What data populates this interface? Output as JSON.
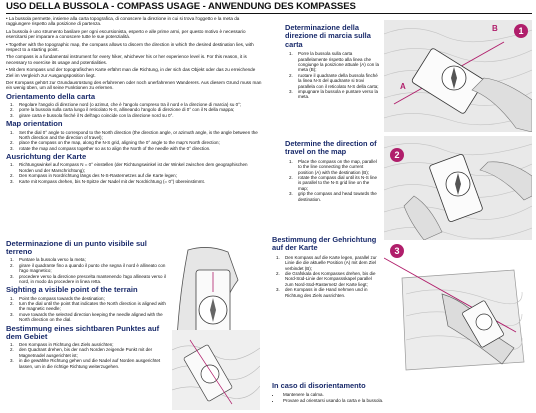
{
  "doc": {
    "title": "USO DELLA BUSSOLA - COMPASS USAGE - ANWENDUNG DES KOMPASSES"
  },
  "intro": [
    "• La bussola permette, insieme alla carta topografica, di conoscere la direzione in cui si trova l'oggetto e la meta da raggiungere rispetto alla posizione di partenza.",
    "La bussola è uno strumento basilare per ogni escursionista, esperto e alle prime armi, per questo motivo è necessario esercitarsi per imparare a conoscere tutte le sue potenzialità.",
    "• Together with the topographic map, the compass allows to discern the direction in which the desired destination lies, with respect to a starting point.",
    "The compass is a fundamental instrument for every hiker, whichever his or her experience level is. For this reason, it is necessary to exercise its usage and potentialities.",
    "• Mit dem Kompass und der topografischen Karte erfährt man die Richtung, in der sich das Objekt oder das zu erreichende Ziel im Vergleich zur Ausgangsposition liegt.",
    "Der Kompass gehört zur Grundausrüstung des erfahrenen oder noch unerfahrenen Wanderers. Aus diesem Grund muss man ein wenig üben, um all seine Funktionen zu erlernen."
  ],
  "sec_orient_it": {
    "heading": "Orientamento della carta",
    "steps": [
      "Regolare l'angolo di direzione nord (o azimut, che è l'angolo compreso tra il nord e la direzione di marcia) su 0°;",
      "porre la bussola sulla carta lungo il reticolato N-S, allineando l'angolo di direzione di 0° con il N della mappa;",
      "girare carta e bussola finché il N dell'ago coincide con la direzione nord su 0°."
    ]
  },
  "sec_orient_en": {
    "heading": "Map orientation",
    "steps": [
      "Set the dial 0° angle to correspond to the North direction (the direction angle, or azimuth angle, is the angle between the North direction and the direction of travel);",
      "place the compass on the map, along the N-S grid, aligning the 0° angle to the map's North direction;",
      "rotate the map and compass together so as to align the North of the needle with the 0° direction."
    ]
  },
  "sec_orient_de": {
    "heading": "Ausrichtung der Karte",
    "steps": [
      "Richtungswinkel auf Kompass N = 0° einstellen (der Richtungswinkel ist der Winkel zwischen dem geographischen Norden und der Marschrichtung);",
      "Den Kompass in Nordrichtung längs des N-S-Rasternetzes auf die Karte legen;",
      "Karte mit Kompass drehen, bis N-Spitze der Nadel mit der Nordrichtung (= 0°) übereinstimmt."
    ]
  },
  "sec_sight_it": {
    "heading": "Determinazione di un punto visibile sul terreno",
    "steps": [
      "Puntare la bussola verso la meta;",
      "girare il quadrante fino a quando il punto che segna il nord è allineato con l'ago magnetico;",
      "procedere verso la direzione prescelta mantenendo l'ago allineato verso il nord, in modo da procedere in linea retta."
    ]
  },
  "sec_sight_en": {
    "heading": "Sighting a visible point of the terrain",
    "steps": [
      "Point the compass towards the destination;",
      "turn the dial until the point that indicates the North direction is aligned with the magnetic needle;",
      "move towards the selected direction keeping the needle aligned with the North direction on the dial."
    ]
  },
  "sec_sight_de": {
    "heading": "Bestimmung eines sichtbaren Punktes auf dem Gebiet",
    "steps": [
      "Den Kompass in Richtung des Ziels ausrichten;",
      "den Quadrant drehen, bis der nach Norden zeigende Punkt mit der Magnetnadel ausgerichtet ist;",
      "in die gewählte Richtung gehen und die Nadel auf Norden ausgerichtet lassen, um in die richtige Richtung weiterzugehen."
    ]
  },
  "sec_dir_it": {
    "heading": "Determinazione della direzione di marcia sulla carta",
    "steps": [
      "Porre la bussola sulla carta parallelamente rispetto alla linea che congiunge la posizione attuale (A) con la meta (B);",
      "ruotare il quadrante della bussola finché la linea N-S del quadrante si trovi parallela con il reticolato N-S della carta;",
      "impugnare la bussola e puntare verso la meta."
    ]
  },
  "sec_dir_en": {
    "heading": "Determine the direction of travel on the map",
    "steps": [
      "Place the compass on the map, parallel to the line connecting the current position (A) with the destination (B);",
      "rotate the compass dial until its N-S line is parallel to the N-S grid line on the map;",
      "grip the compass and head towards the destination."
    ]
  },
  "sec_dir_de": {
    "heading": "Bestimmung der Gehrichtung auf der Karte",
    "steps": [
      "Den Kompass auf die Karte legen, parallel zur Linie die die aktuelle Position (A) mit dem Ziel verbindet (B);",
      "die Grafskala des Kompasses drehen, bis die Nord-Süd-Linie der Kompassskapel parallel zum Nord-Süd-Rasternetz der Karte liegt;",
      "den Kompass in die Hand nehmen und in Richtung des Ziels ausrichten."
    ]
  },
  "sec_lost_it": {
    "heading": "In caso di disorientamento",
    "items": [
      "Mantenere la calma.",
      "Provare ad orientarsi usando la carta e la bussola."
    ]
  },
  "figures": {
    "badge_1": "1",
    "badge_2": "2",
    "badge_3": "3",
    "label_a": "A",
    "label_b": "B"
  },
  "colors": {
    "heading": "#1a2b6b",
    "accent": "#b01e6b"
  }
}
